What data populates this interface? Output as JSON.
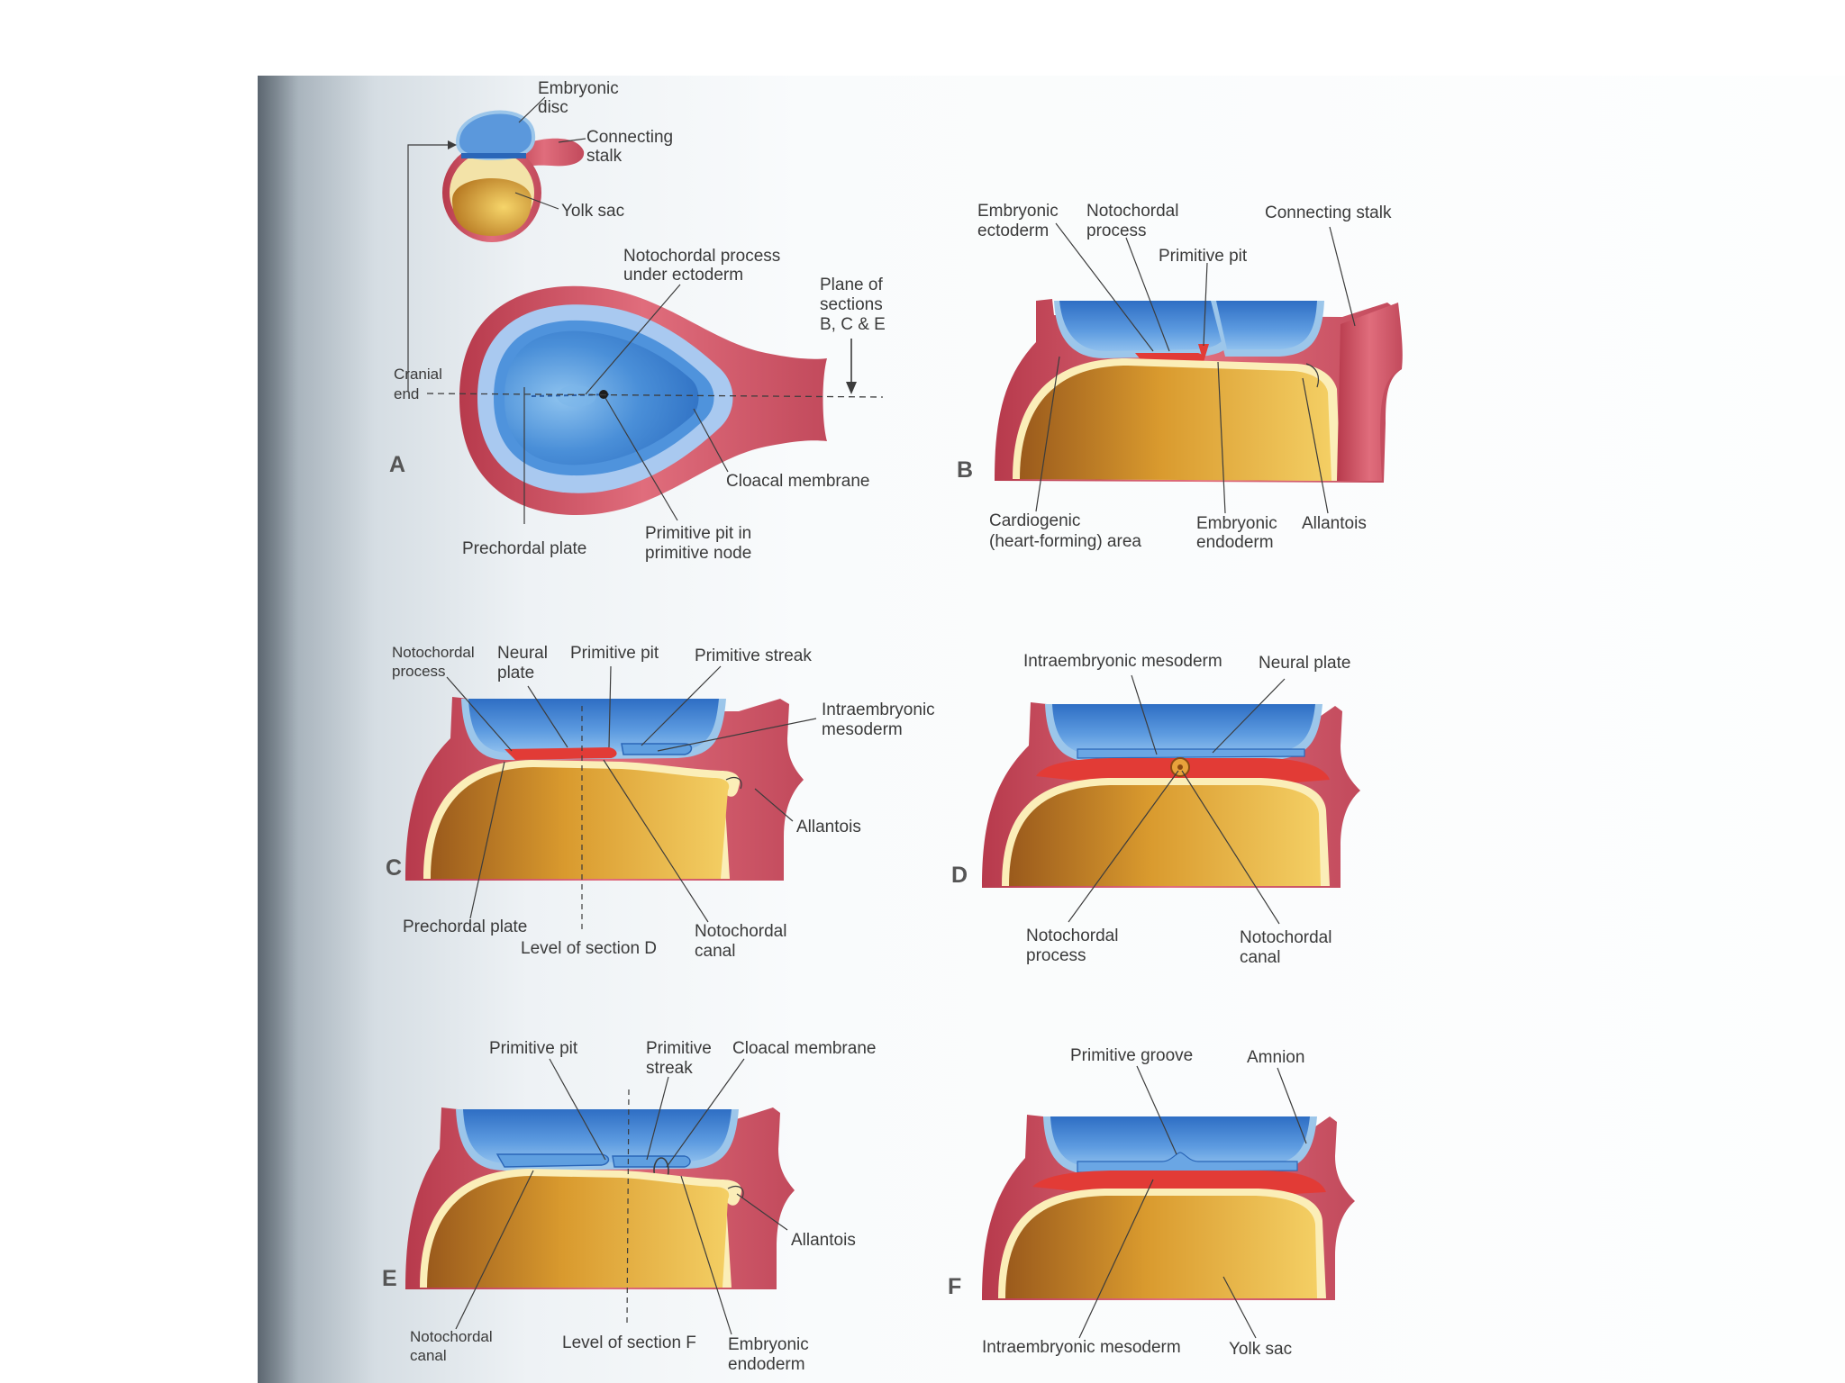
{
  "figure": {
    "panels": {
      "A": {
        "letter": "A",
        "embryonic_disc": "Embryonic disc",
        "embryonic_disc_l1": "Embryonic",
        "embryonic_disc_l2": "disc",
        "connecting_stalk_l1": "Connecting",
        "connecting_stalk_l2": "stalk",
        "yolk_sac": "Yolk sac",
        "notochordal_l1": "Notochordal process",
        "notochordal_l2": "under ectoderm",
        "plane_l1": "Plane of",
        "plane_l2": "sections",
        "plane_l3": "B, C & E",
        "cranial_l1": "Cranial",
        "cranial_l2": "end",
        "cloacal": "Cloacal membrane",
        "prechordal": "Prechordal plate",
        "pit_l1": "Primitive pit in",
        "pit_l2": "primitive node"
      },
      "B": {
        "letter": "B",
        "ectoderm_l1": "Embryonic",
        "ectoderm_l2": "ectoderm",
        "noto_l1": "Notochordal",
        "noto_l2": "process",
        "stalk": "Connecting stalk",
        "pit": "Primitive pit",
        "cardio_l1": "Cardiogenic",
        "cardio_l2": "(heart-forming) area",
        "endo_l1": "Embryonic",
        "endo_l2": "endoderm",
        "allantois": "Allantois"
      },
      "C": {
        "letter": "C",
        "noto_l1": "Notochordal",
        "noto_l2": "process",
        "neural_l1": "Neural",
        "neural_l2": "plate",
        "pit": "Primitive pit",
        "streak": "Primitive streak",
        "meso_l1": "Intraembryonic",
        "meso_l2": "mesoderm",
        "allantois": "Allantois",
        "prechordal": "Prechordal plate",
        "level": "Level of section D",
        "canal_l1": "Notochordal",
        "canal_l2": "canal"
      },
      "D": {
        "letter": "D",
        "meso": "Intraembryonic mesoderm",
        "neural": "Neural plate",
        "proc_l1": "Notochordal",
        "proc_l2": "process",
        "canal_l1": "Notochordal",
        "canal_l2": "canal"
      },
      "E": {
        "letter": "E",
        "pit": "Primitive pit",
        "streak_l1": "Primitive",
        "streak_l2": "streak",
        "cloacal": "Cloacal membrane",
        "allantois": "Allantois",
        "canal_l1": "Notochordal",
        "canal_l2": "canal",
        "level": "Level of section F",
        "endo_l1": "Embryonic",
        "endo_l2": "endoderm"
      },
      "F": {
        "letter": "F",
        "groove": "Primitive groove",
        "amnion": "Amnion",
        "meso": "Intraembryonic mesoderm",
        "yolk": "Yolk sac"
      }
    },
    "colors": {
      "ectoderm_blue": "#3f7fd0",
      "amnion_light_blue": "#9cc6ea",
      "mesoderm_red": "#e23b36",
      "tissue_pink": "#d95a6a",
      "yolk_gold": "#d99a2e",
      "endoderm_cream": "#fbeeb8",
      "scan_shadow": "#5c6670"
    }
  }
}
